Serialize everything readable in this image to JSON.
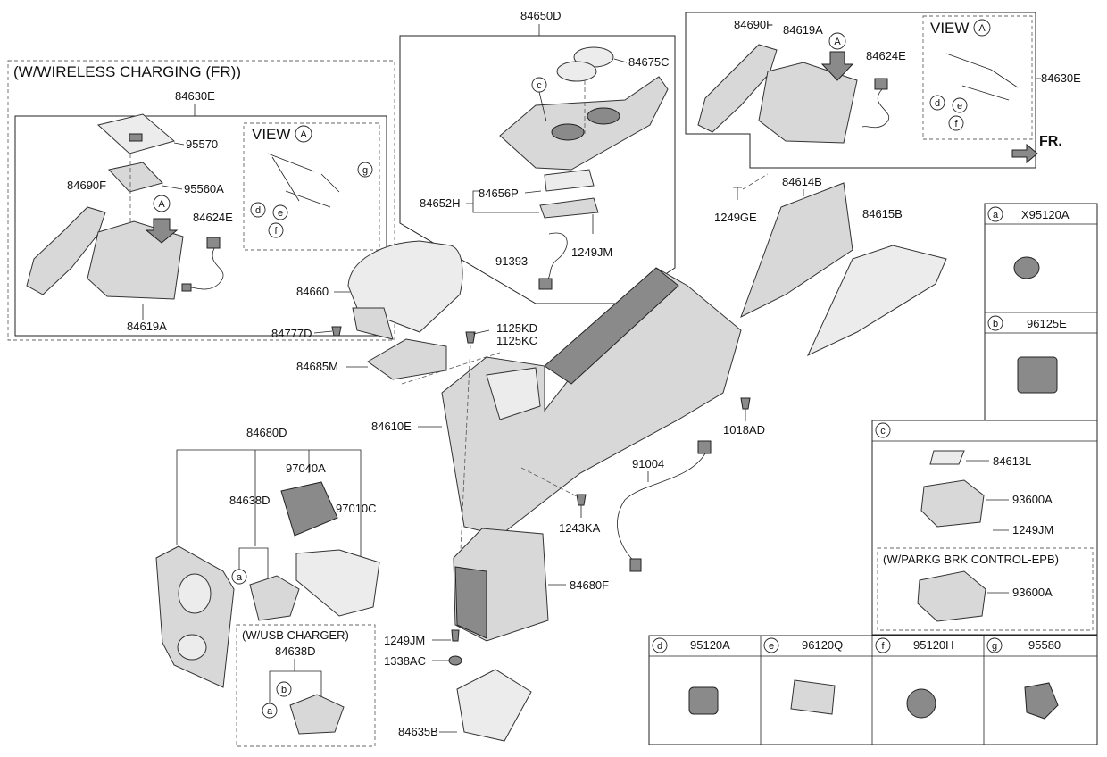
{
  "sections": {
    "wireless": "(W/WIRELESS CHARGING (FR))",
    "usb": "(W/USB CHARGER)",
    "epb": "(W/PARKG BRK CONTROL-EPB)"
  },
  "view_label": "VIEW",
  "arrow_letter": "A",
  "front_label": "FR.",
  "parts": {
    "p84650D": "84650D",
    "p84675C": "84675C",
    "p84652H": "84652H",
    "p84656P": "84656P",
    "p1249JM_a": "1249JM",
    "p91393": "91393",
    "p84630E_a": "84630E",
    "p95570": "95570",
    "p95560A": "95560A",
    "p84690F_a": "84690F",
    "p84624E_a": "84624E",
    "p84619A_a": "84619A",
    "p84690F_b": "84690F",
    "p84619A_b": "84619A",
    "p84624E_b": "84624E",
    "p84630E_b": "84630E",
    "p1249GE": "1249GE",
    "p84614B": "84614B",
    "p84615B": "84615B",
    "p84660": "84660",
    "p84777D": "84777D",
    "p84685M": "84685M",
    "p1125KD": "1125KD",
    "p1125KC": "1125KC",
    "p84610E": "84610E",
    "p1018AD": "1018AD",
    "p91004": "91004",
    "p1243KA": "1243KA",
    "p84680D": "84680D",
    "p97040A": "97040A",
    "p84638D_a": "84638D",
    "p97010C": "97010C",
    "p84638D_b": "84638D",
    "p84680F": "84680F",
    "p1249JM_b": "1249JM",
    "p1338AC": "1338AC",
    "p84635B": "84635B",
    "p84613L": "84613L",
    "p93600A_a": "93600A",
    "p1249JM_c": "1249JM",
    "p93600A_b": "93600A"
  },
  "refs": {
    "a": "X95120A",
    "b": "96125E",
    "c": "",
    "d": "95120A",
    "e": "96120Q",
    "f": "95120H",
    "g": "95580"
  },
  "letters": {
    "a": "a",
    "b": "b",
    "c": "c",
    "d": "d",
    "e": "e",
    "f": "f",
    "g": "g"
  }
}
